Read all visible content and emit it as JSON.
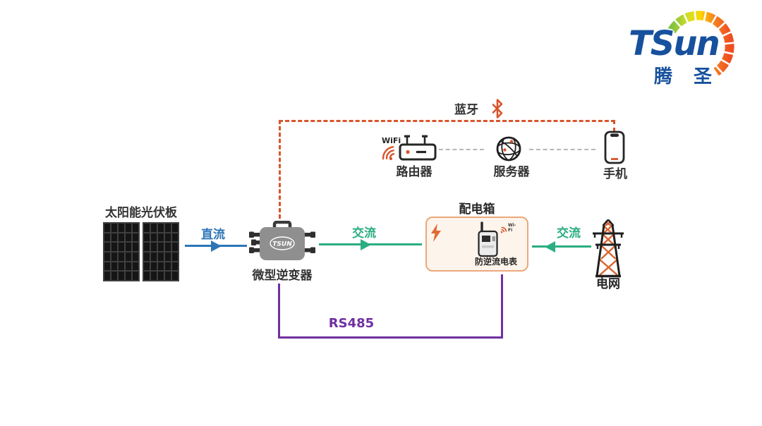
{
  "logo": {
    "brand": "TSun",
    "brand_cn": "腾圣"
  },
  "connections": {
    "bluetooth": {
      "label": "蓝牙",
      "color": "#d7552b"
    },
    "dc": {
      "label": "直流",
      "color": "#2e75b6"
    },
    "ac_inverter_to_box": {
      "label": "交流",
      "color": "#2bad82"
    },
    "ac_grid_to_box": {
      "label": "交流",
      "color": "#2bad82"
    },
    "rs485": {
      "label": "RS485",
      "color": "#7030a0"
    }
  },
  "devices": {
    "router": {
      "label": "路由器",
      "wifi_label": "WiFi"
    },
    "server": {
      "label": "服务器"
    },
    "phone": {
      "label": "手机"
    },
    "solar_panels": {
      "label": "太阳能光伏板"
    },
    "inverter": {
      "label": "微型逆变器",
      "brand": "TSUN"
    },
    "distribution_box": {
      "label": "配电箱",
      "meter_label": "防逆流电表",
      "wifi_label": "Wi-Fi"
    },
    "grid": {
      "label": "电网"
    }
  },
  "colors": {
    "accent_orange": "#d7552b",
    "brand_blue": "#17519e",
    "dc_blue": "#2e75b6",
    "ac_green": "#2bad82",
    "rs485_purple": "#7030a0",
    "box_border": "#eba87c",
    "box_fill": "#fdf4eb",
    "dashed_gray": "#b8b8b8"
  }
}
